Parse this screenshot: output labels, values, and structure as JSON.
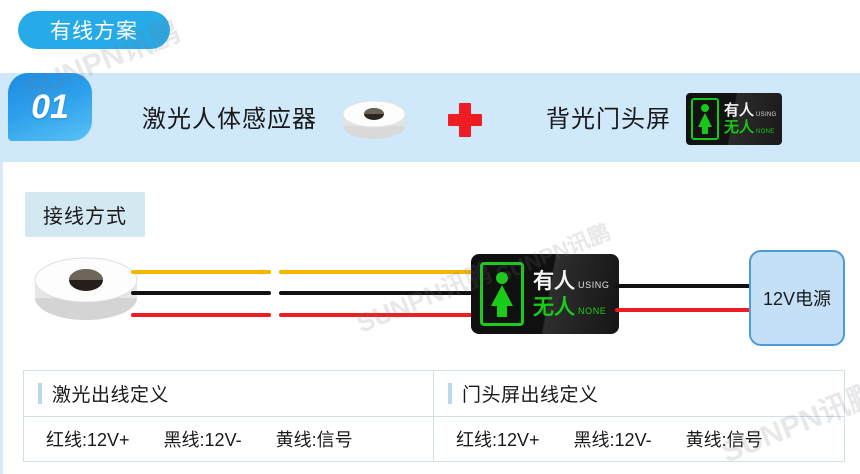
{
  "tab": {
    "label": "有线方案"
  },
  "header": {
    "badge": "01",
    "laser_label": "激光人体感应器",
    "plus_icon": "plus-icon",
    "screen_label": "背光门头屏",
    "sign": {
      "occupied_cn": "有人",
      "occupied_en": "USING",
      "vacant_cn": "无人",
      "vacant_en": "NONE",
      "figure_icon": "person-figure-icon"
    }
  },
  "panel": {
    "sub_label": "接线方式",
    "diagram": {
      "sensor_icon": "laser-sensor-puck-icon",
      "wires": [
        {
          "name": "yellow-wire",
          "color": "#F5B500",
          "label": "黄线"
        },
        {
          "name": "black-wire",
          "color": "#111111",
          "label": "黑线"
        },
        {
          "name": "red-wire",
          "color": "#EE1C23",
          "label": "红线"
        }
      ],
      "sign": {
        "occupied_cn": "有人",
        "occupied_en": "USING",
        "vacant_cn": "无人",
        "vacant_en": "NONE",
        "figure_icon": "person-figure-icon"
      },
      "power_supply": {
        "label": "12V电源"
      }
    }
  },
  "tables": [
    {
      "title": "激光出线定义",
      "cells": [
        "红线:12V+",
        "黑线:12V-",
        "黄线:信号"
      ]
    },
    {
      "title": "门头屏出线定义",
      "cells": [
        "红线:12V+",
        "黑线:12V-",
        "黄线:信号"
      ]
    }
  ],
  "watermark": {
    "text": "SUNPN讯鹏"
  },
  "colors": {
    "tab_blue": "#27ABE8",
    "header_band": "#CFE9FA",
    "sub_label_bg": "#D4E8F2",
    "psu_fill": "#C3E0F7",
    "psu_border": "#4C9BD6",
    "green": "#19CC19",
    "red": "#EE1C23",
    "yellow": "#F5B500"
  }
}
